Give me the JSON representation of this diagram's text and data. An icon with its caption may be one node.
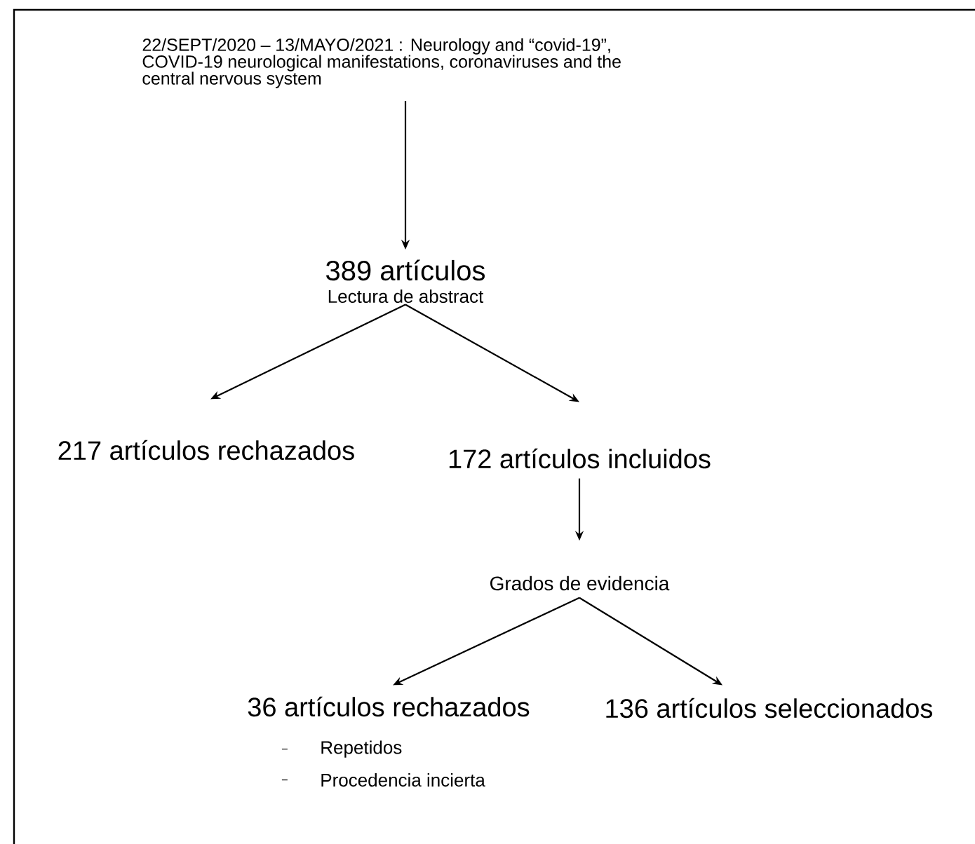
{
  "diagram": {
    "nodes": [
      {
        "text": [
          "22/SEPT/2020 – 13/MAYO/2021 : Neurology and “covid-19”, COVID-19 neurological manifestations, coronaviruses and the central nervous system"
        ]
      },
      {
        "text": [
          "389 artículos",
          "Lectura de abstract"
        ]
      },
      {
        "text": [
          "217 artículos rechazados"
        ]
      },
      {
        "text": [
          "172 artículos incluidos"
        ]
      },
      {
        "text": [
          "Grados de evidencia"
        ]
      },
      {
        "text": [
          "36 artículos rechazados"
        ],
        "beside": [
          "Repetidos",
          "Procedencia incierta"
        ]
      },
      {
        "text": [
          "136 artículos seleccionados"
        ]
      }
    ],
    "edges": [
      {
        "from": 0,
        "to": 1,
        "arrow": "to"
      },
      {
        "from": 1,
        "to": 2,
        "arrow": "to"
      },
      {
        "from": 1,
        "to": 3,
        "arrow": "to"
      },
      {
        "from": 3,
        "to": 4,
        "arrow": "to"
      },
      {
        "from": 4,
        "to": 5,
        "arrow": "to"
      },
      {
        "from": 4,
        "to": 6,
        "arrow": "to"
      }
    ]
  }
}
